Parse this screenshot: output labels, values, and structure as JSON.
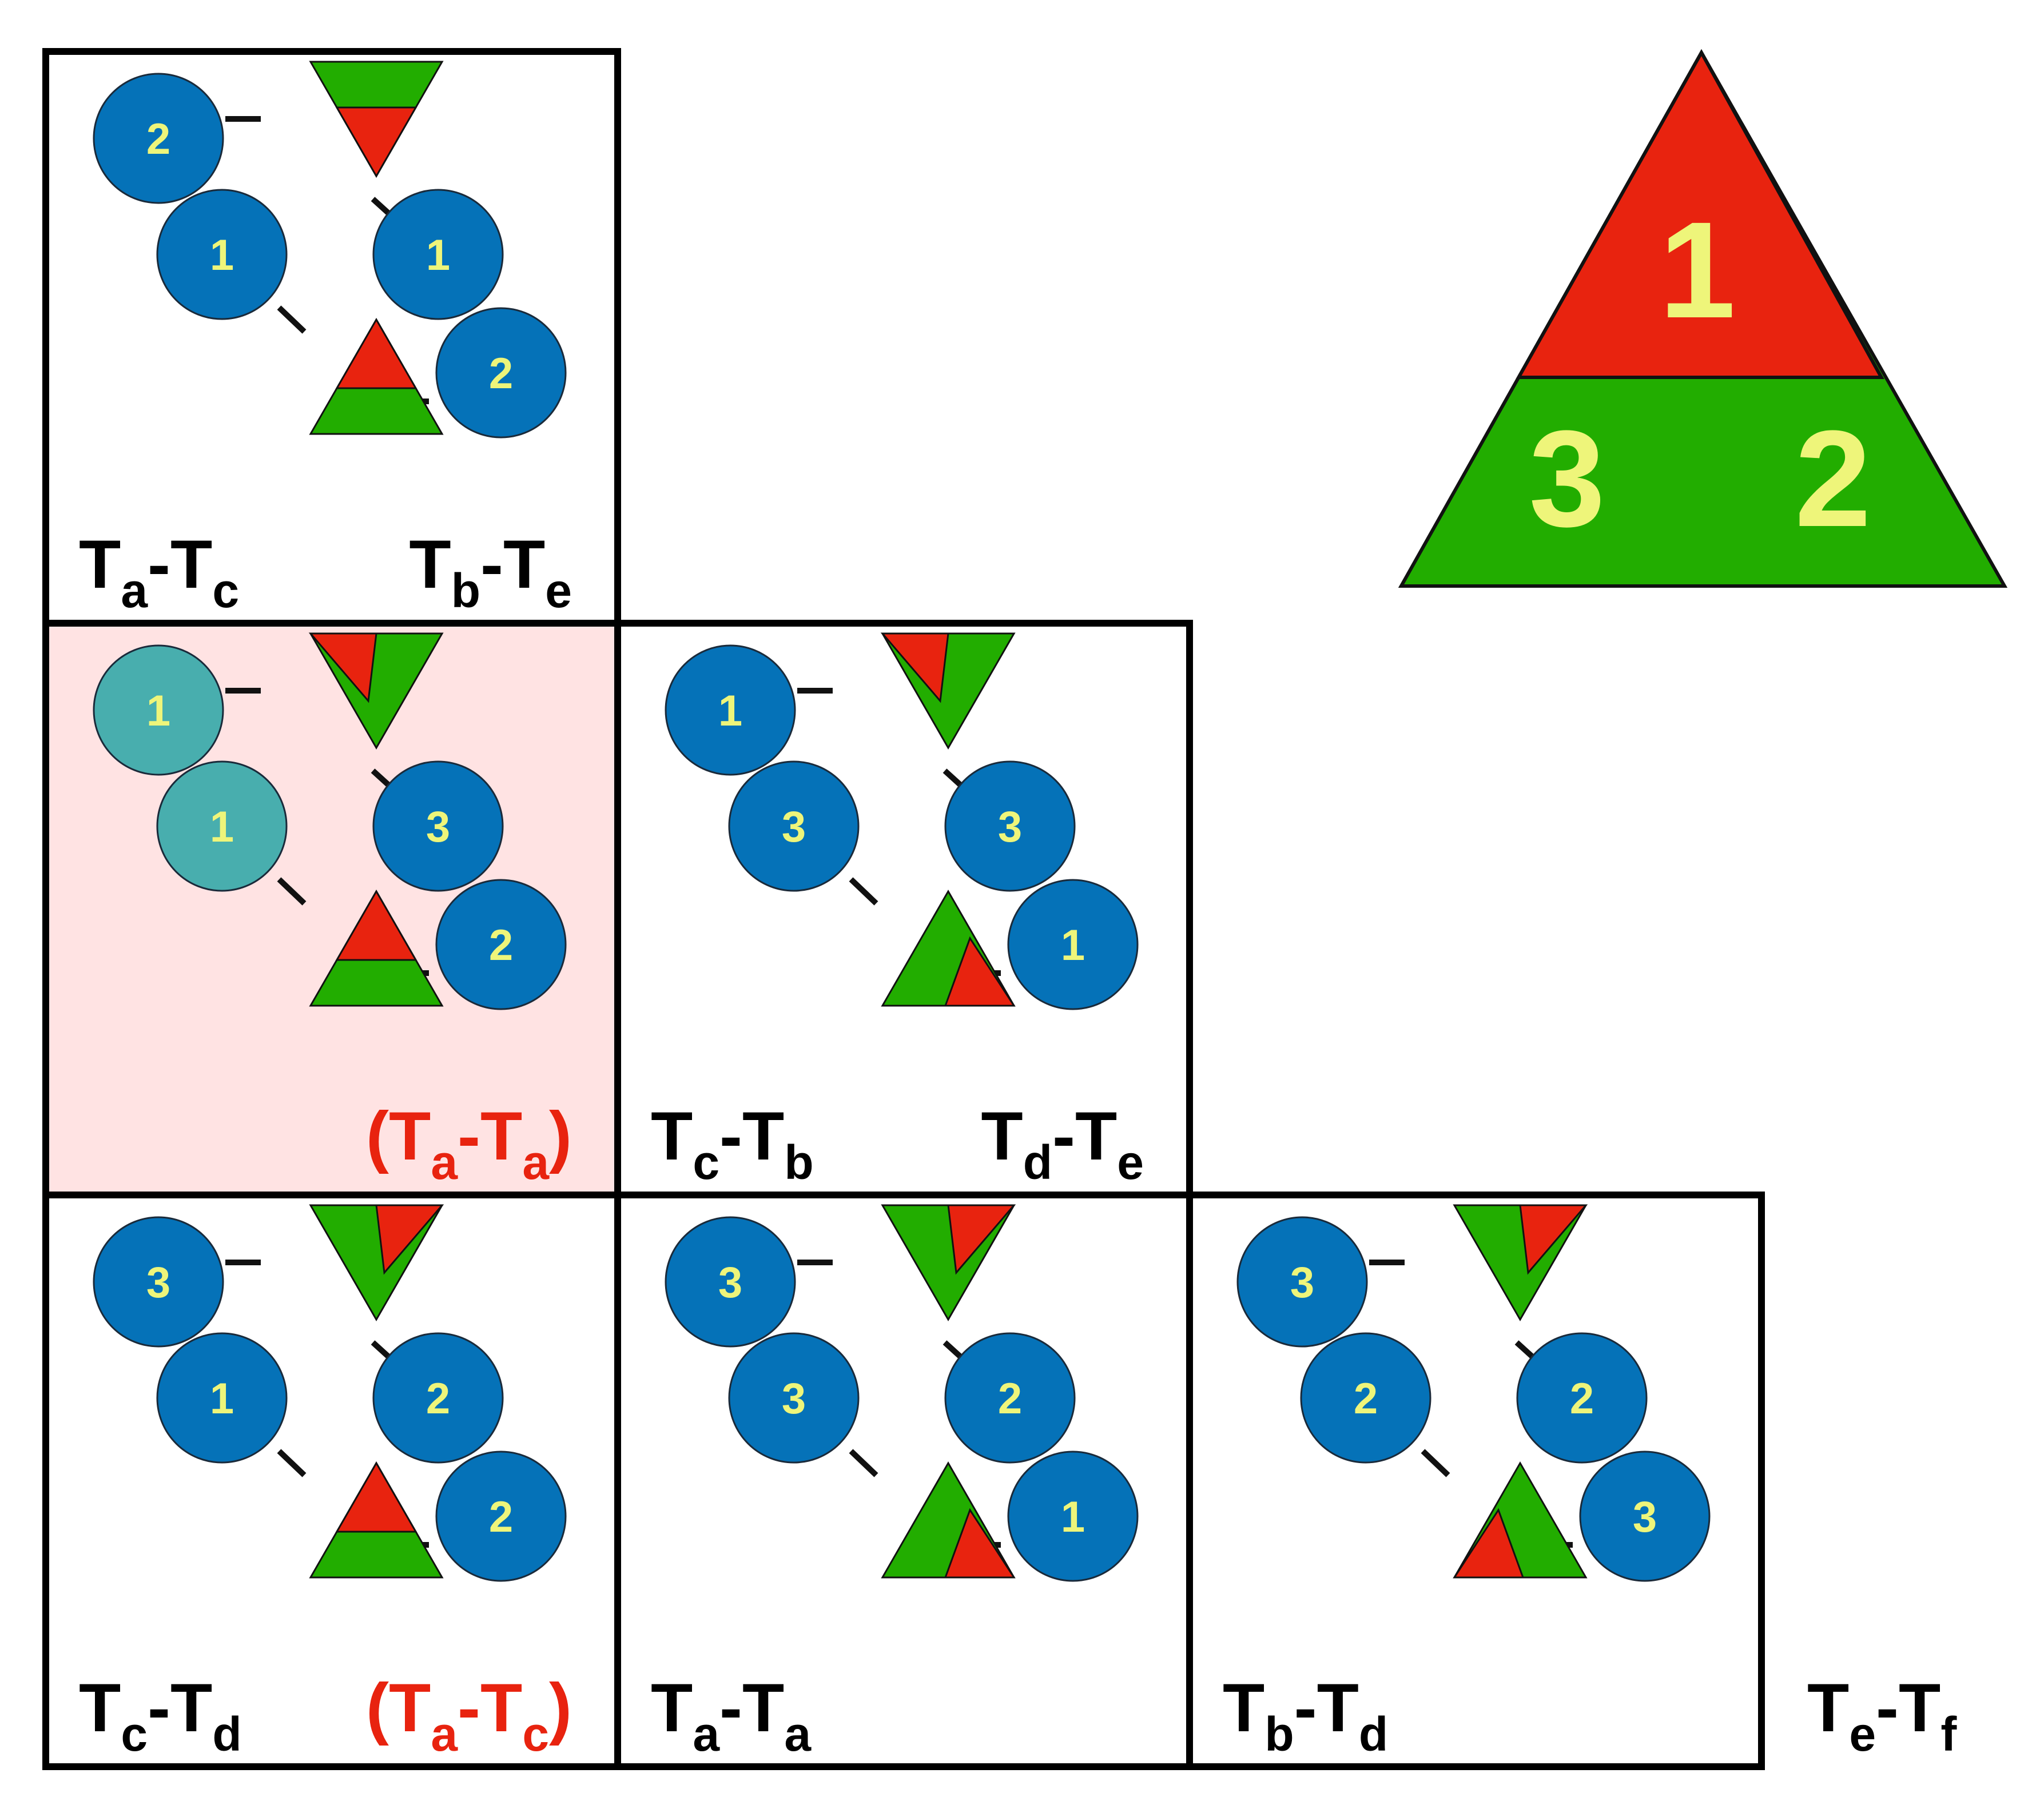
{
  "colors": {
    "red": "#E8230F",
    "green": "#22AD00",
    "blue": "#0572B8",
    "teal": "#48AEAE",
    "number": "#EEF57A",
    "highlight": "#FFE3E3",
    "label_red": "#E8230F"
  },
  "legend": {
    "top_number": "1",
    "left_number": "3",
    "right_number": "2"
  },
  "panels": [
    {
      "id": "p00",
      "highlight": false,
      "circles": [
        "2",
        "1",
        "1",
        "2"
      ],
      "teal": [
        false,
        false,
        false,
        false
      ],
      "top_tri": "down-green-top",
      "bottom_tri": "up-red-top",
      "labels": [
        {
          "base": "T",
          "sub": "a",
          "sep": "-",
          "base2": "T",
          "sub2": "c",
          "color": "black",
          "paren": false
        },
        {
          "base": "T",
          "sub": "b",
          "sep": "-",
          "base2": "T",
          "sub2": "e",
          "color": "black",
          "paren": false
        }
      ]
    },
    {
      "id": "p10",
      "highlight": true,
      "circles": [
        "1",
        "1",
        "3",
        "2"
      ],
      "teal": [
        true,
        true,
        false,
        false
      ],
      "top_tri": "down-red-left",
      "bottom_tri": "up-red-top",
      "labels": [
        {
          "base": "T",
          "sub": "a",
          "sep": "-",
          "base2": "T",
          "sub2": "a",
          "color": "red",
          "paren": true
        }
      ]
    },
    {
      "id": "p11",
      "highlight": false,
      "circles": [
        "1",
        "3",
        "3",
        "1"
      ],
      "teal": [
        false,
        false,
        false,
        false
      ],
      "top_tri": "down-red-left",
      "bottom_tri": "up-red-right",
      "labels": [
        {
          "base": "T",
          "sub": "c",
          "sep": "-",
          "base2": "T",
          "sub2": "b",
          "color": "black",
          "paren": false
        },
        {
          "base": "T",
          "sub": "d",
          "sep": "-",
          "base2": "T",
          "sub2": "e",
          "color": "black",
          "paren": false
        }
      ]
    },
    {
      "id": "p20",
      "highlight": false,
      "circles": [
        "3",
        "1",
        "2",
        "2"
      ],
      "teal": [
        false,
        false,
        false,
        false
      ],
      "top_tri": "down-red-right",
      "bottom_tri": "up-red-top",
      "labels": [
        {
          "base": "T",
          "sub": "c",
          "sep": "-",
          "base2": "T",
          "sub2": "d",
          "color": "black",
          "paren": false
        },
        {
          "base": "T",
          "sub": "a",
          "sep": "-",
          "base2": "T",
          "sub2": "c",
          "color": "red",
          "paren": true
        }
      ]
    },
    {
      "id": "p21",
      "highlight": false,
      "circles": [
        "3",
        "3",
        "2",
        "1"
      ],
      "teal": [
        false,
        false,
        false,
        false
      ],
      "top_tri": "down-red-right",
      "bottom_tri": "up-red-right",
      "labels": [
        {
          "base": "T",
          "sub": "a",
          "sep": "-",
          "base2": "T",
          "sub2": "a",
          "color": "black",
          "paren": false
        }
      ]
    },
    {
      "id": "p22",
      "highlight": false,
      "circles": [
        "3",
        "2",
        "2",
        "3"
      ],
      "teal": [
        false,
        false,
        false,
        false
      ],
      "top_tri": "down-red-right",
      "bottom_tri": "up-red-left",
      "labels": [
        {
          "base": "T",
          "sub": "b",
          "sep": "-",
          "base2": "T",
          "sub2": "d",
          "color": "black",
          "paren": false
        }
      ]
    }
  ],
  "outside_label": {
    "base": "T",
    "sub": "e",
    "sep": "-",
    "base2": "T",
    "sub2": "f",
    "color": "black",
    "paren": false
  }
}
